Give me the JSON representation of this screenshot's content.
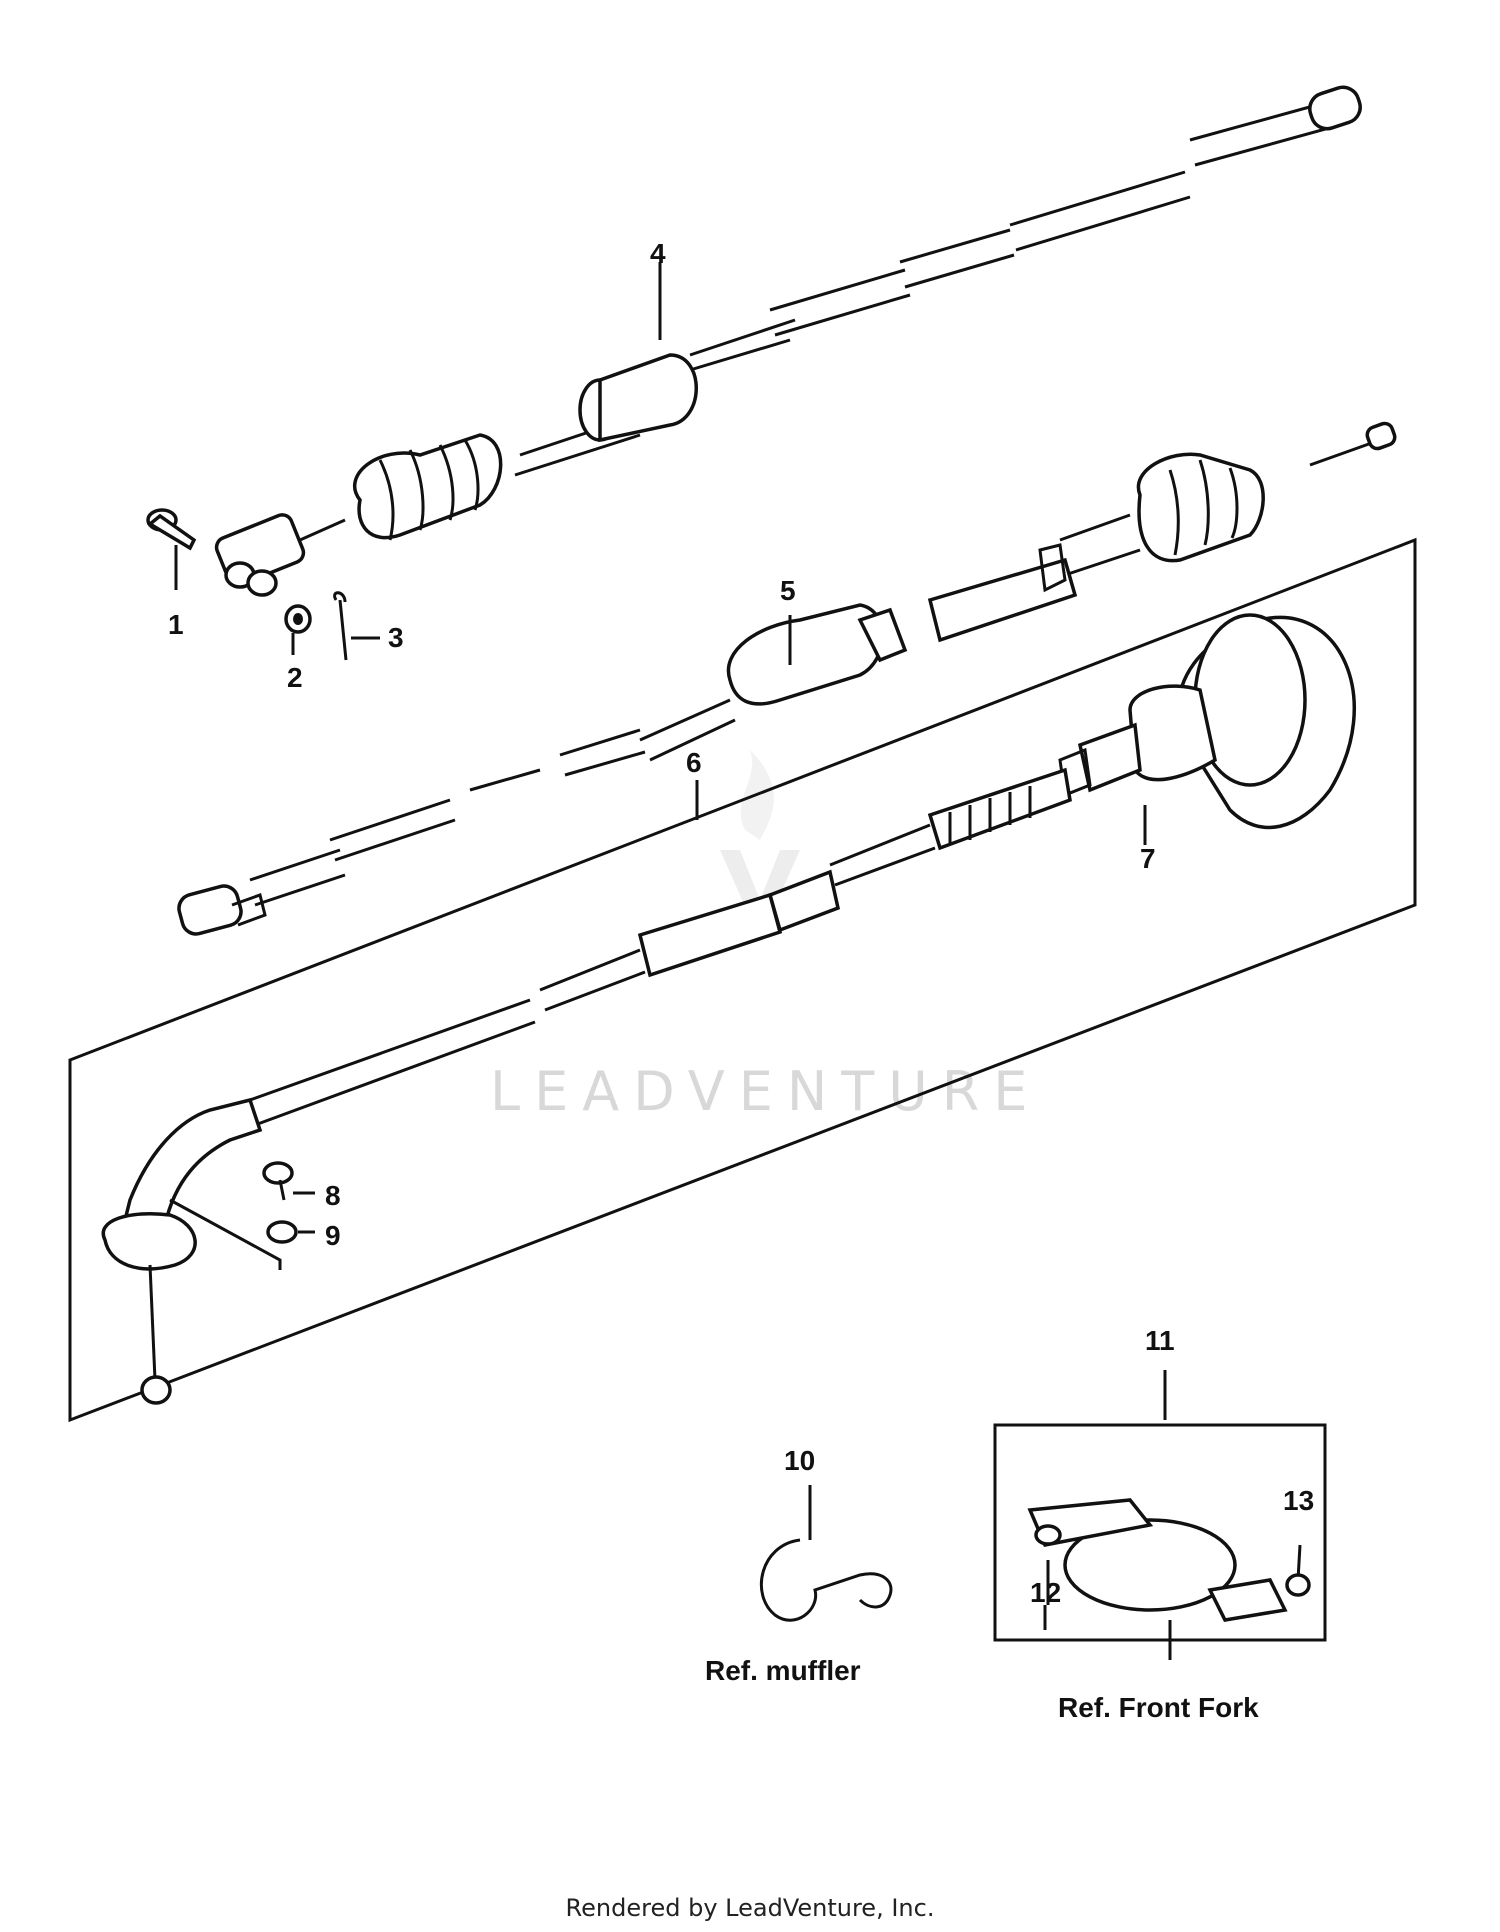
{
  "callouts": [
    "1",
    "2",
    "3",
    "4",
    "5",
    "6",
    "7",
    "8",
    "9",
    "10",
    "11",
    "12",
    "13"
  ],
  "refs": {
    "muffler": "Ref. muffler",
    "front_fork": "Ref. Front Fork"
  },
  "watermark": "LEADVENTURE",
  "footer": "Rendered by LeadVenture, Inc."
}
